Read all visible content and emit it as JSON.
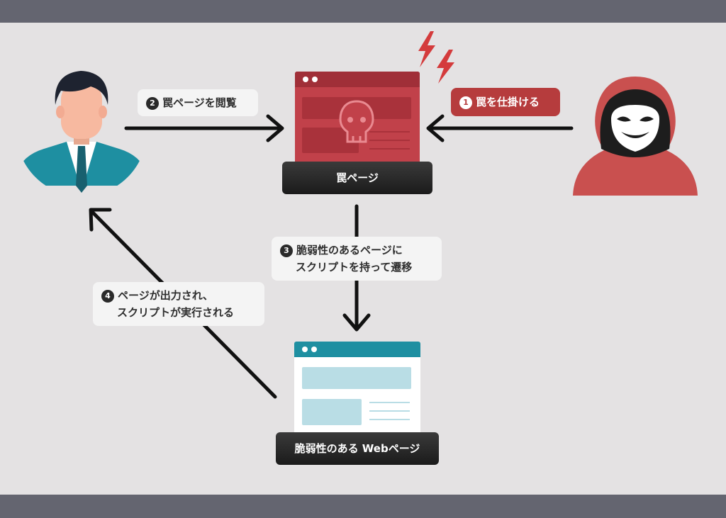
{
  "labels": {
    "step1": {
      "num": "1",
      "text": "罠を仕掛ける"
    },
    "step2": {
      "num": "2",
      "text": "罠ページを閲覧"
    },
    "step3": {
      "num": "3",
      "line1": "脆弱性のあるページに",
      "line2": "スクリプトを持って遷移"
    },
    "step4": {
      "num": "4",
      "line1": "ページが出力され、",
      "line2": "スクリプトが実行される"
    }
  },
  "nodes": {
    "trap_page": {
      "label": "罠ページ"
    },
    "vulnerable_page": {
      "label": "脆弱性のある Webページ"
    }
  },
  "colors": {
    "background": "#e4e2e3",
    "band": "#646570",
    "trap_red": "#b63c3d",
    "web_teal": "#1e8fa1",
    "arrow": "#111111"
  },
  "icons": {
    "user": "businessman-icon",
    "attacker": "hooded-hacker-icon",
    "danger": "lightning-icon",
    "trap": "skull-icon"
  }
}
